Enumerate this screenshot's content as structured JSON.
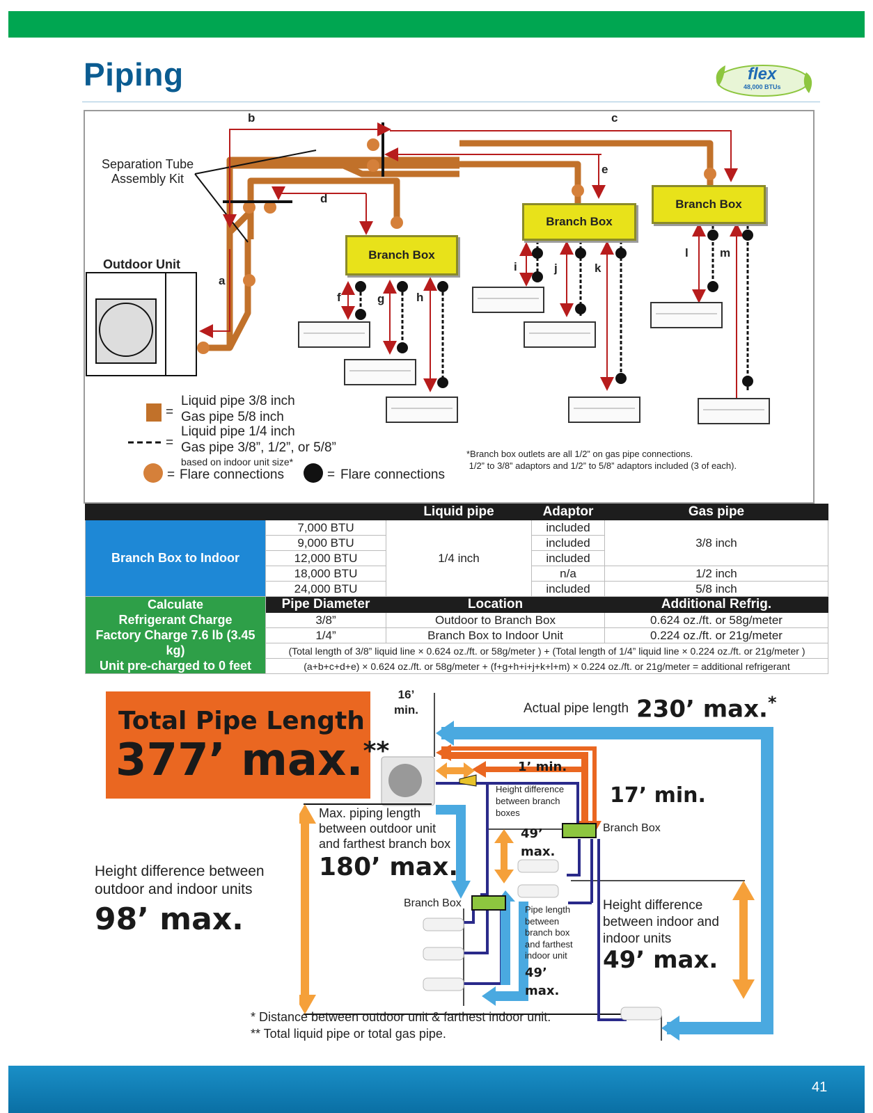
{
  "page": {
    "title": "Piping",
    "page_number": "41"
  },
  "logo": {
    "word": "flex",
    "subtitle": "48,000 BTUs"
  },
  "diagram_top": {
    "separation_kit": "Separation Tube\nAssembly Kit",
    "outdoor_unit": "Outdoor Unit",
    "branch_box": "Branch Box",
    "letters": [
      "a",
      "b",
      "c",
      "d",
      "e",
      "f",
      "g",
      "h",
      "i",
      "j",
      "k",
      "l",
      "m"
    ],
    "legend": {
      "solid_line1": "Liquid pipe 3/8 inch",
      "solid_line2": "Gas pipe 5/8 inch",
      "dashed_line1": "Liquid pipe 1/4 inch",
      "dashed_line2": "Gas pipe 3/8”, 1/2”, or 5/8”",
      "dashed_line3": "based on indoor unit size*",
      "flare_orange": "Flare connections",
      "flare_black": "Flare connections",
      "equals": "="
    },
    "note": "*Branch box outlets are all 1/2” on gas pipe connections.\n 1/2” to 3/8” adaptors and 1/2” to 5/8” adaptors included (3 of each)."
  },
  "table": {
    "headers": [
      "Liquid pipe",
      "Adaptor",
      "Gas pipe"
    ],
    "row_group1": "Branch Box to Indoor",
    "btu": [
      "7,000 BTU",
      "9,000 BTU",
      "12,000 BTU",
      "18,000 BTU",
      "24,000 BTU"
    ],
    "liquid": "1/4 inch",
    "adaptor": [
      "included",
      "included",
      "included",
      "n/a",
      "included"
    ],
    "gas_a": "3/8 inch",
    "gas_b": "1/2 inch",
    "gas_c": "5/8 inch",
    "headers2": [
      "Pipe Diameter",
      "Location",
      "Additional Refrig."
    ],
    "row_group2": [
      "Calculate",
      "Refrigerant Charge",
      "Factory Charge 7.6 lb (3.45 kg)",
      "Unit pre-charged to 0 feet"
    ],
    "diam": [
      "3/8”",
      "1/4”"
    ],
    "location": [
      "Outdoor to Branch Box",
      "Branch Box to Indoor Unit"
    ],
    "refrig": [
      "0.624 oz./ft. or 58g/meter",
      "0.224 oz./ft. or 21g/meter"
    ],
    "formula1": "(Total length of 3/8” liquid line × 0.624 oz./ft. or 58g/meter ) + (Total length of 1/4” liquid line × 0.224 oz./ft. or 21g/meter )",
    "formula2": "(a+b+c+d+e) × 0.624 oz./ft. or 58g/meter + (f+g+h+i+j+k+l+m) × 0.224 oz./ft. or 21g/meter = additional refrigerant"
  },
  "diagram_bottom": {
    "total_line1": "Total Pipe Length",
    "total_line2": "377’ max.",
    "total_star": "**",
    "min16": "16’",
    "min16b": "min.",
    "actual_label": "Actual pipe length",
    "actual_value": "230’ max.",
    "actual_star": "*",
    "one_min": "1’ min.",
    "seventeen_min": "17’ min.",
    "height_branch": "Height difference\nbetween branch\nboxes",
    "h49a": "49’",
    "h49a_b": "max.",
    "branch_box": "Branch Box",
    "max_piping": "Max. piping length\nbetween outdoor unit\nand farthest branch box",
    "max_piping_value": "180’ max.",
    "height_od": "Height difference between\noutdoor and indoor units",
    "height_od_value": "98’ max.",
    "pipe_len_far": "Pipe length\nbetween\nbranch box\nand farthest\nindoor unit",
    "pl49": "49’",
    "pl49b": "max.",
    "height_iu": "Height difference\nbetween indoor and\nindoor units",
    "height_iu_value": "49’ max.",
    "foot1": "*  Distance between outdoor unit & farthest indoor unit.",
    "foot2": "** Total liquid pipe or total gas pipe."
  },
  "colors": {
    "green": "#00a651",
    "title_blue": "#0b5c91",
    "pipe_brown": "#c1712a",
    "branch_yellow": "#e8e21a",
    "arrow_red": "#b71c1c",
    "orange": "#ea6721",
    "light_orange": "#f5a03a",
    "sky_blue": "#4aa9e0",
    "navy": "#2a2a8a"
  }
}
